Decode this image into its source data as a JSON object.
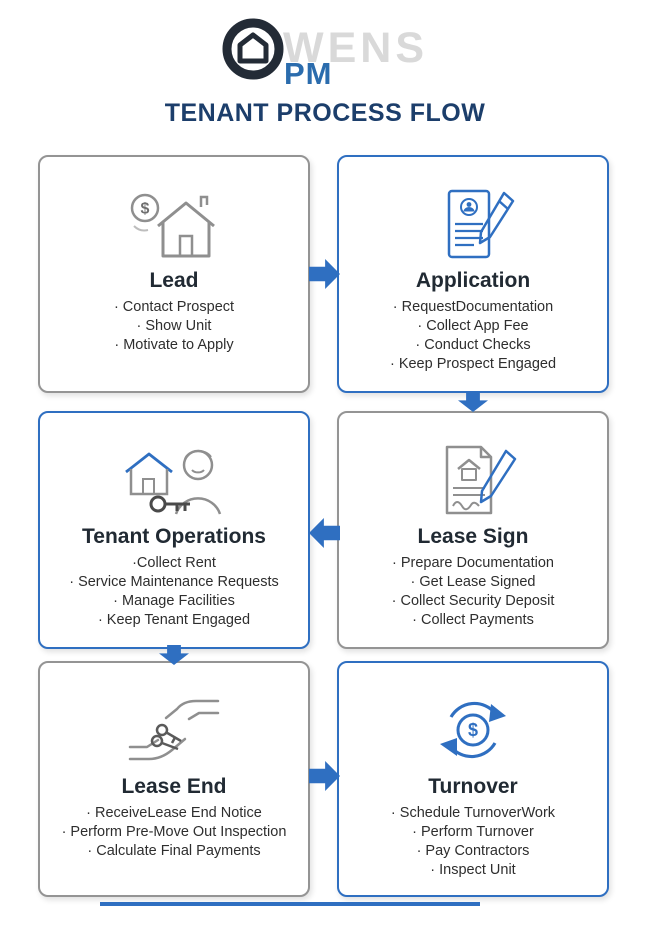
{
  "header": {
    "brand_watermark": "WENS",
    "brand_initials": "PM",
    "title": "TENANT PROCESS FLOW"
  },
  "colors": {
    "accent_blue": "#2f6fc1",
    "title_navy": "#1c3e6b",
    "gray_border": "#949494",
    "body_text": "#2e2e2e",
    "watermark_gray": "#d9d9d9",
    "logo_dark": "#232b36"
  },
  "boxes": [
    {
      "title": "Lead",
      "border": "gray",
      "icon": "house-with-dollar-coin-icon",
      "items": [
        "· Contact Prospect",
        "· Show Unit",
        "· Motivate to Apply"
      ]
    },
    {
      "title": "Application",
      "border": "blue",
      "icon": "application-form-pencil-icon",
      "items": [
        "· RequestDocumentation",
        "· Collect App Fee",
        "· Conduct Checks",
        "· Keep Prospect Engaged"
      ]
    },
    {
      "title": "Tenant Operations",
      "border": "blue",
      "icon": "tenant-with-key-and-house-icon",
      "items": [
        "·Collect Rent",
        "· Service Maintenance Requests",
        "· Manage Facilities",
        "· Keep Tenant Engaged"
      ]
    },
    {
      "title": "Lease Sign",
      "border": "gray",
      "icon": "lease-document-pencil-icon",
      "items": [
        "· Prepare Documentation",
        "· Get Lease Signed",
        "· Collect Security Deposit",
        "· Collect Payments"
      ]
    },
    {
      "title": "Lease End",
      "border": "gray",
      "icon": "hands-exchanging-keys-icon",
      "items": [
        "· ReceiveLease End Notice",
        "· Perform Pre-Move Out Inspection",
        "· Calculate Final Payments"
      ]
    },
    {
      "title": "Turnover",
      "border": "blue",
      "icon": "turnover-cycle-dollar-icon",
      "items": [
        "· Schedule TurnoverWork",
        "· Perform Turnover",
        "· Pay Contractors",
        "· Inspect Unit"
      ]
    }
  ]
}
